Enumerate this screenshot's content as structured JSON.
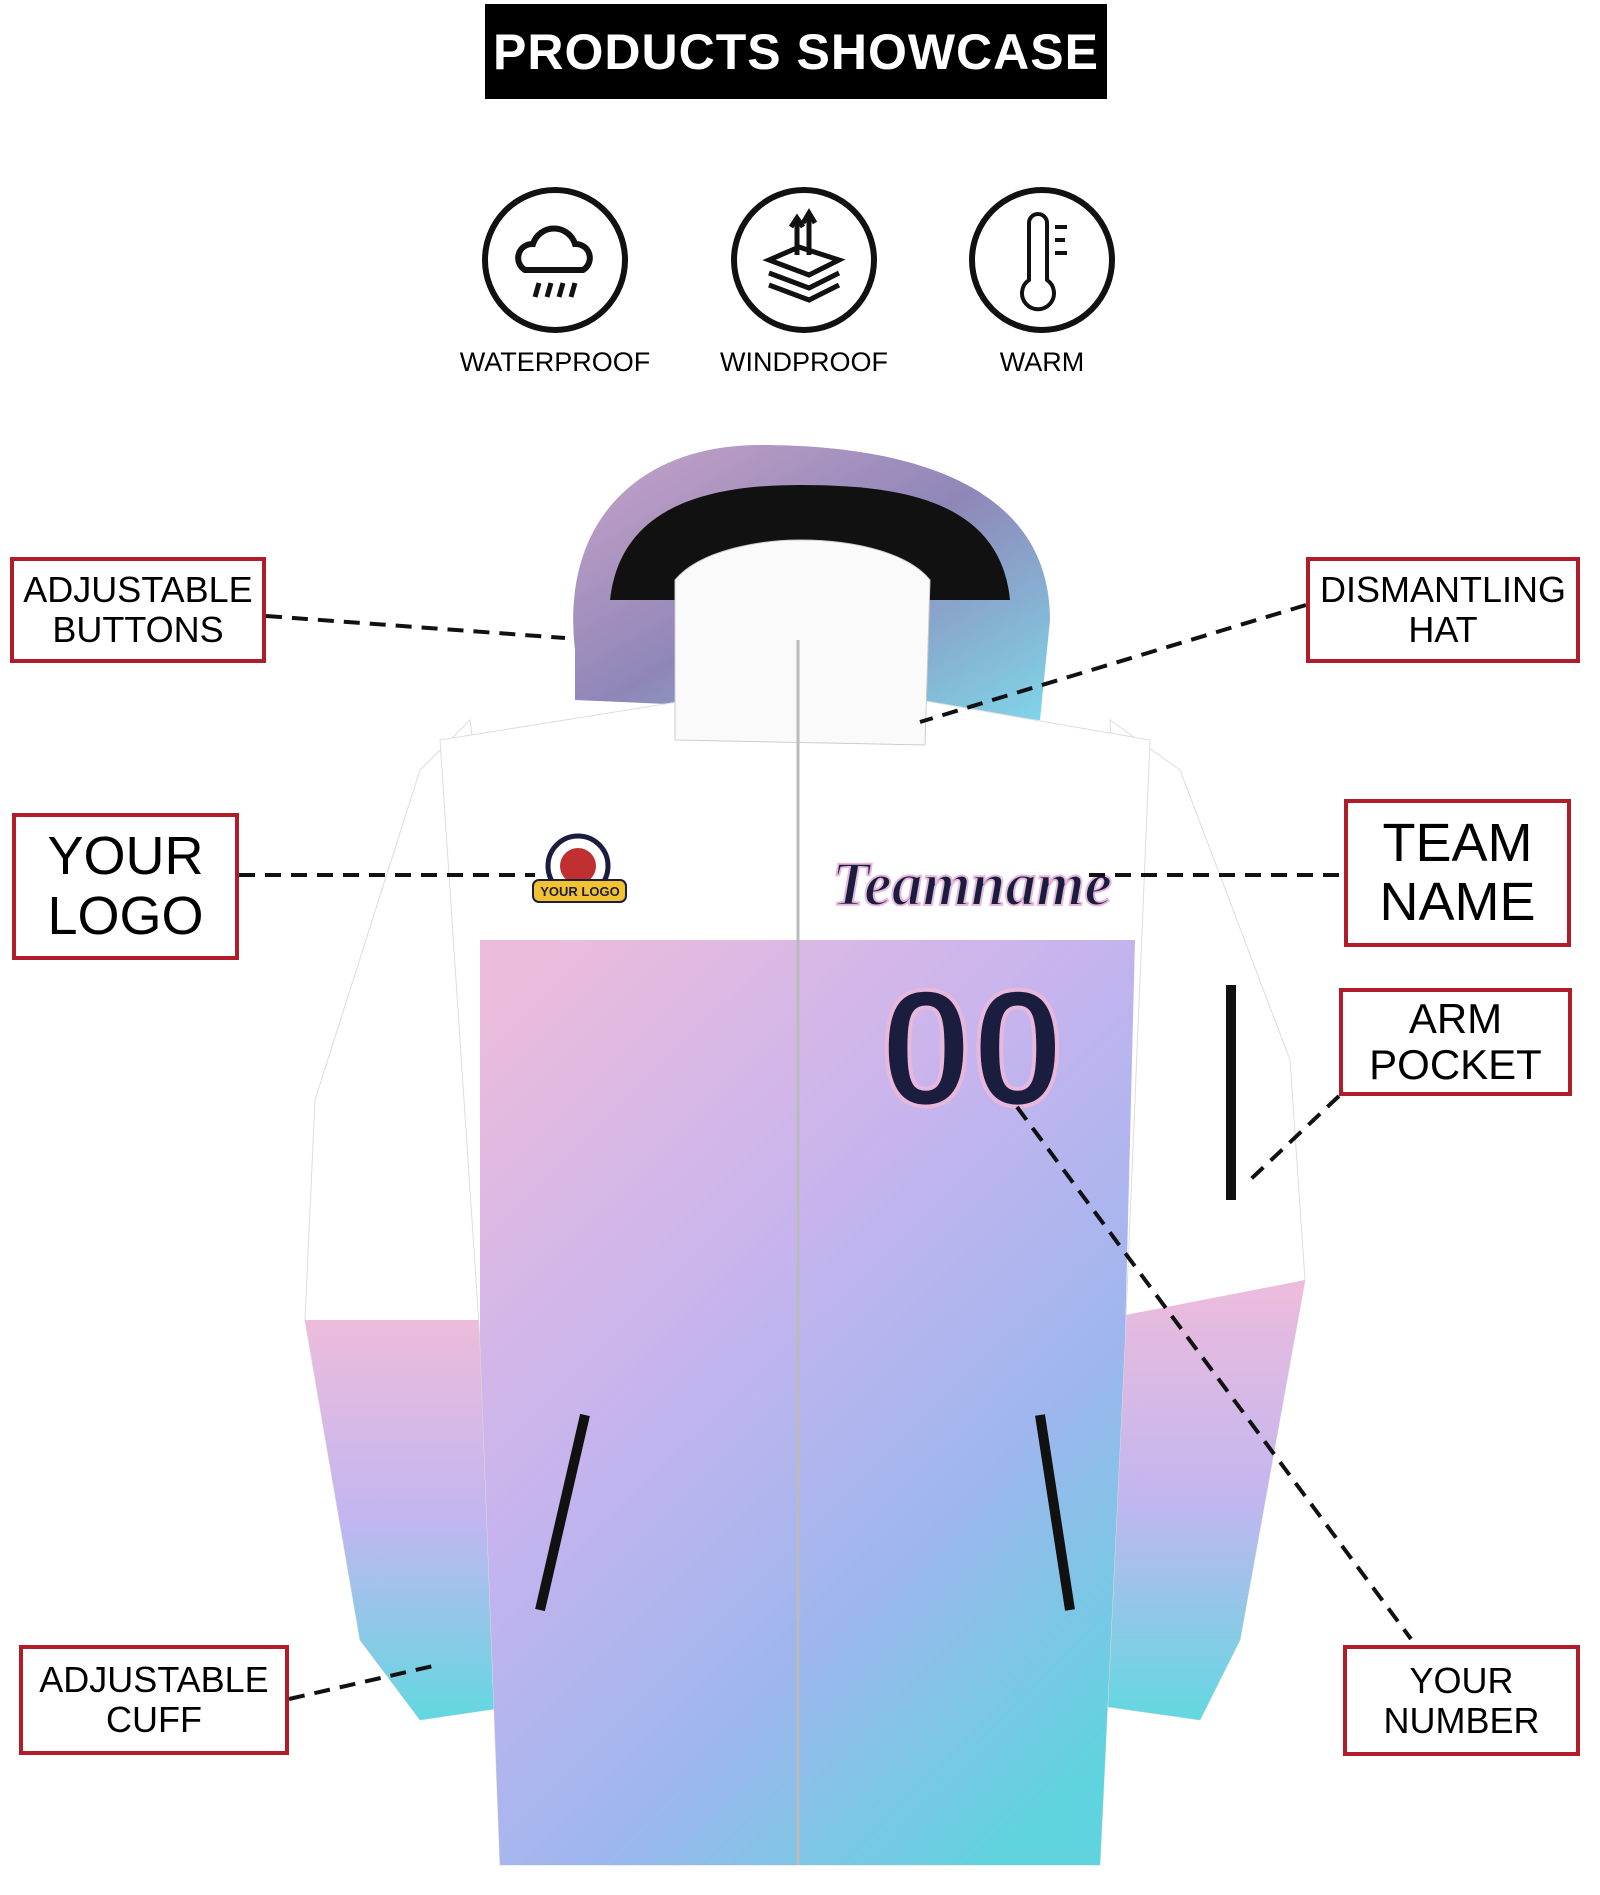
{
  "header": {
    "title": "PRODUCTS SHOWCASE"
  },
  "features": [
    {
      "label": "WATERPROOF",
      "icon": "rain-cloud-icon"
    },
    {
      "label": "WINDPROOF",
      "icon": "layers-wind-icon"
    },
    {
      "label": "WARM",
      "icon": "thermometer-icon"
    }
  ],
  "callouts": {
    "adjustable_buttons": "ADJUSTABLE\nBUTTONS",
    "dismantling_hat": "DISMANTLING\nHAT",
    "your_logo": "YOUR\nLOGO",
    "team_name": "TEAM\nNAME",
    "arm_pocket": "ARM\nPOCKET",
    "adjustable_cuff": "ADJUSTABLE\nCUFF",
    "your_number": "YOUR\nNUMBER"
  },
  "jacket": {
    "team_text": "Teamname",
    "number": "00",
    "logo_text": "YOUR LOGO",
    "colors": {
      "callout_border": "#b01c2a",
      "navy": "#1b1d3f",
      "pink": "#e8b8dc",
      "lavender": "#c2b4ee",
      "cyan": "#6ad8e2"
    }
  }
}
